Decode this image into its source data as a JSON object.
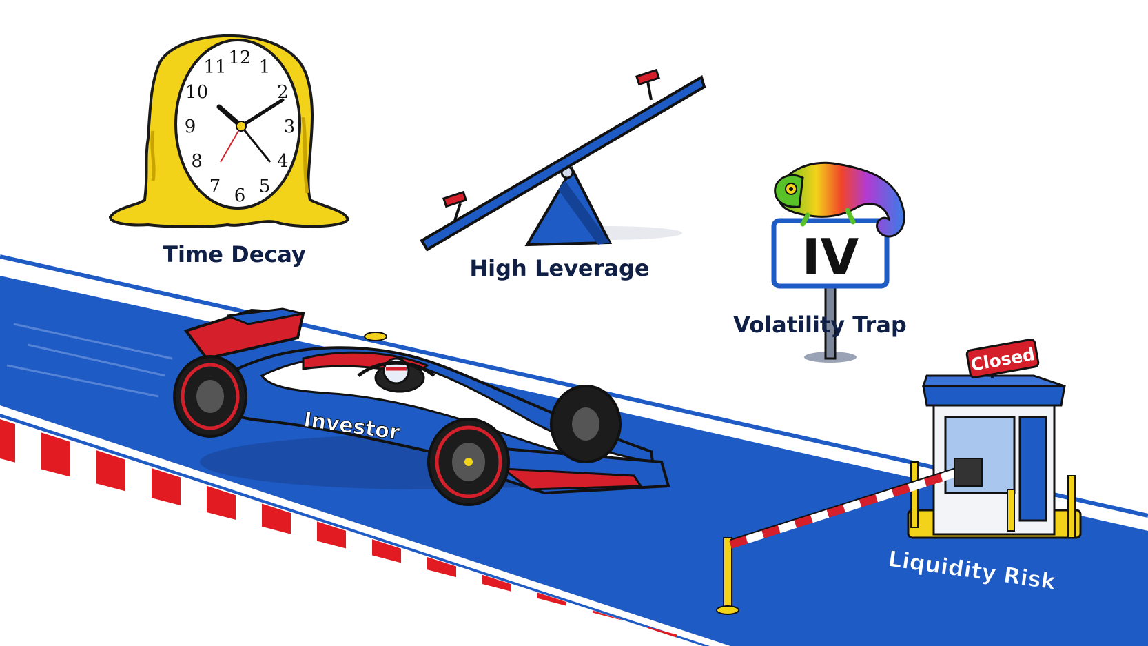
{
  "hazards": {
    "time_decay": {
      "label": "Time Decay"
    },
    "high_leverage": {
      "label": "High Leverage"
    },
    "volatility_trap": {
      "label": "Volatility Trap",
      "sign_text": "IV"
    },
    "liquidity_risk": {
      "label": "Liquidity Risk",
      "booth_sign": "Closed"
    }
  },
  "car": {
    "livery_text": "Investor"
  },
  "clock": {
    "numerals": [
      "12",
      "1",
      "2",
      "3",
      "4",
      "5",
      "6",
      "7",
      "8",
      "9",
      "10",
      "11"
    ]
  },
  "colors": {
    "track_blue": "#1f5bc4",
    "melted_gold": "#f3d21a",
    "kerb_red": "#e21b23",
    "navy_text": "#0f1f45",
    "car_red": "#d5202b",
    "booth_blue": "#1f5bc4"
  }
}
